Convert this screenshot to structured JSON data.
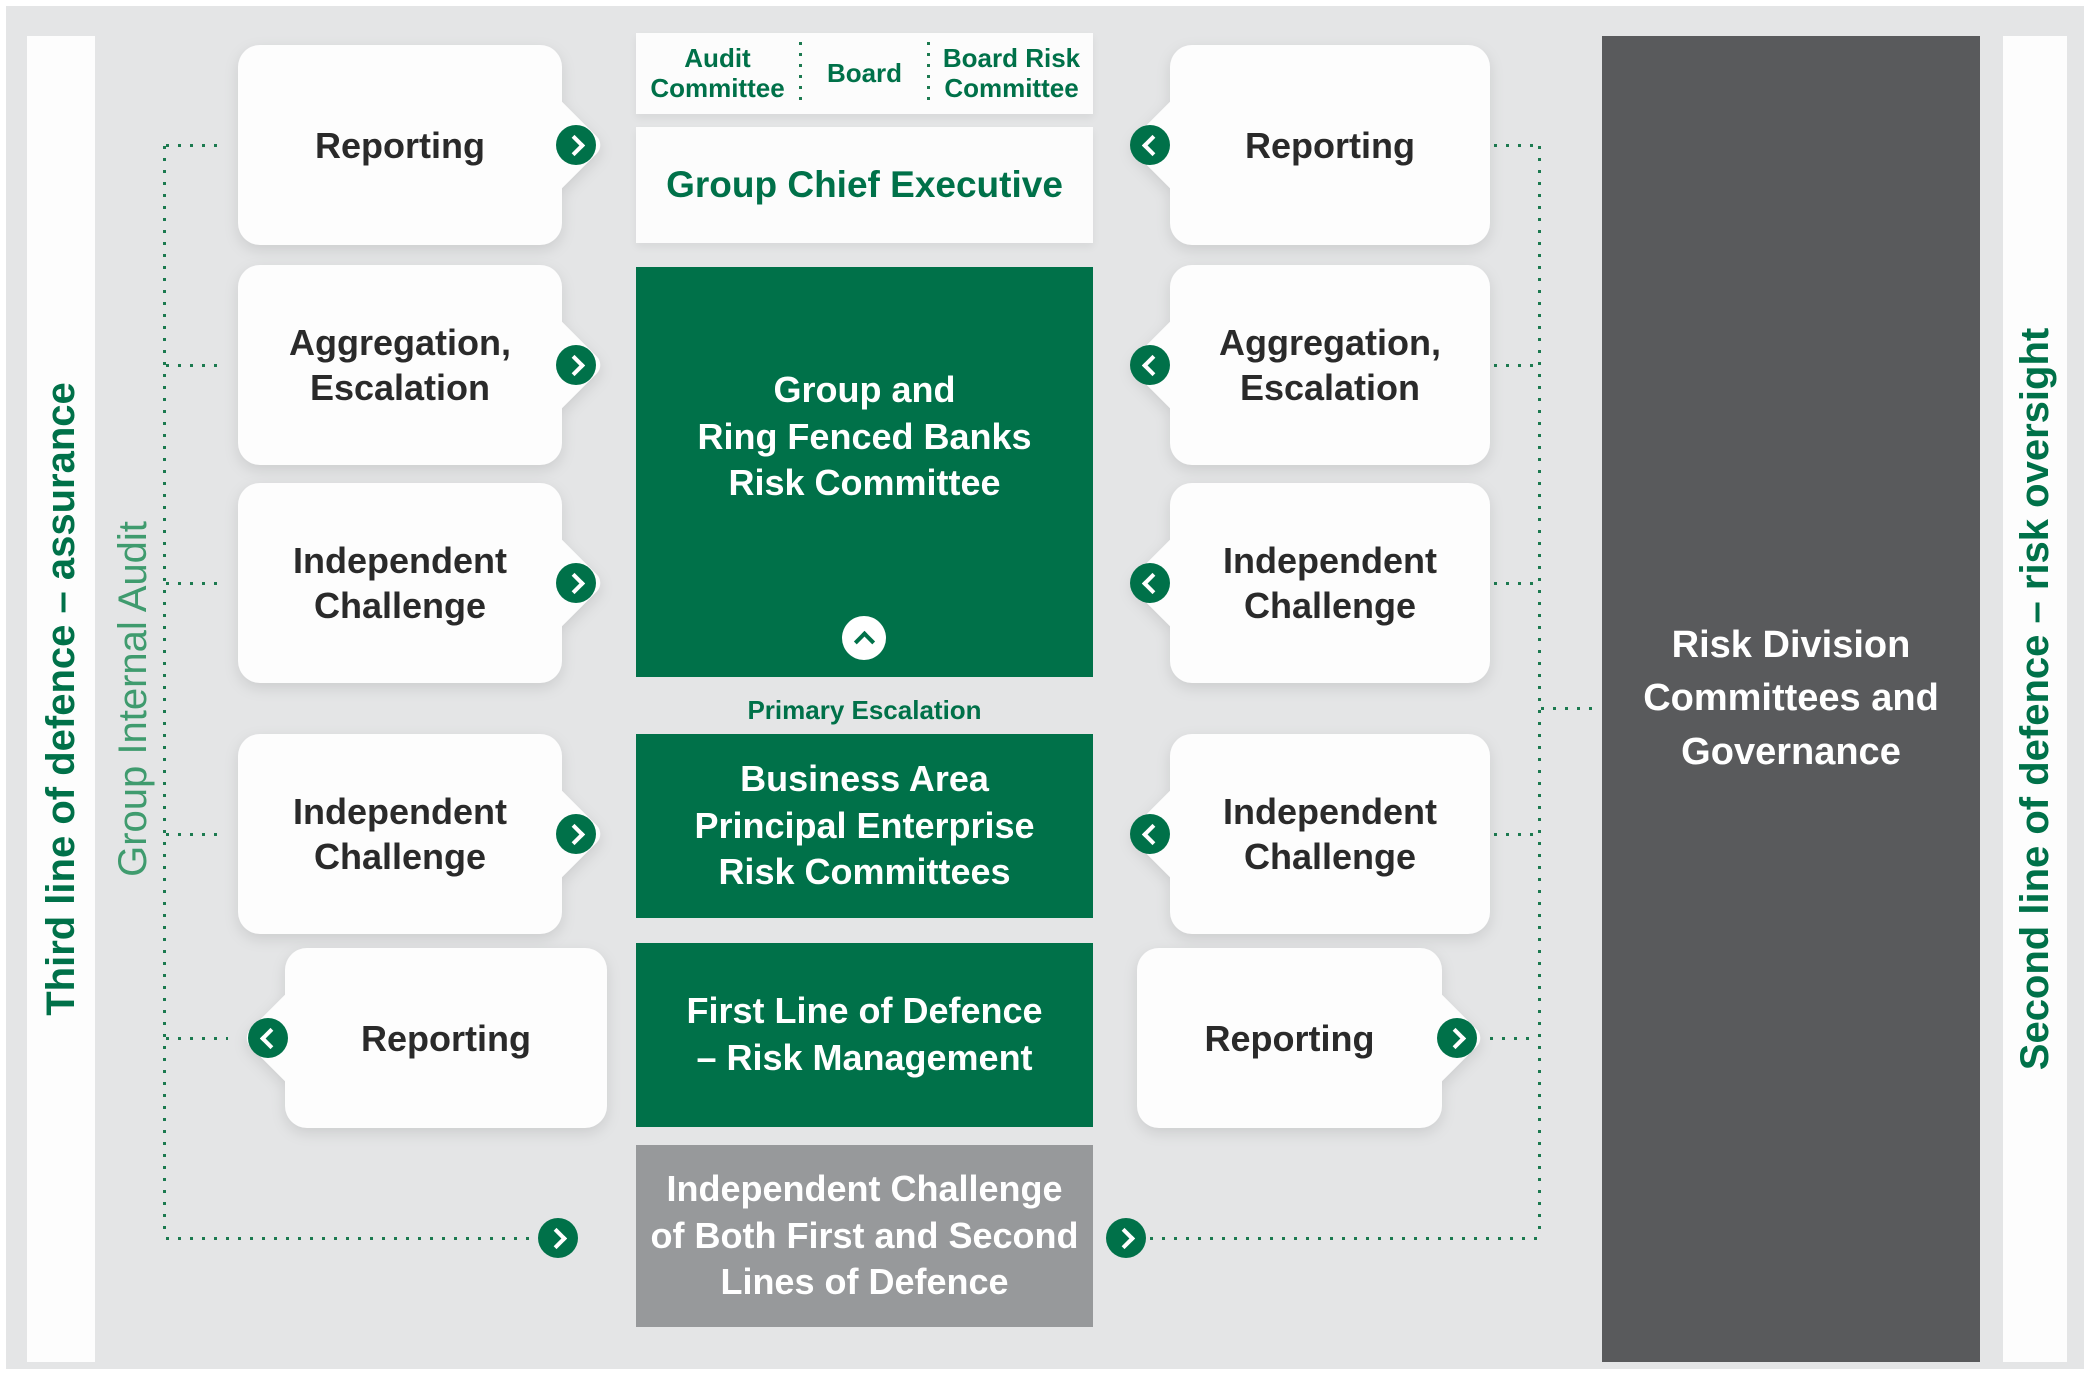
{
  "rails": {
    "third_line": "Third line of defence – assurance",
    "group_internal_audit": "Group Internal Audit",
    "second_line": "Second line of defence – risk oversight"
  },
  "top": {
    "audit_committee": "Audit\nCommittee",
    "board": "Board",
    "board_risk_committee": "Board Risk\nCommittee",
    "group_chief_executive": "Group Chief Executive"
  },
  "center": {
    "group_rfb_risk_committee": "Group and\nRing Fenced Banks\nRisk Committee",
    "primary_escalation": "Primary Escalation",
    "business_area_committees": "Business Area\nPrincipal Enterprise\nRisk Committees",
    "first_line_defence": "First Line of Defence\n– Risk Management",
    "independent_challenge_both": "Independent Challenge\nof Both  First and Second\nLines of Defence"
  },
  "right_panel": {
    "label": "Risk Division\nCommittees and\nGovernance"
  },
  "left_flow": {
    "items": [
      "Reporting",
      "Aggregation,\nEscalation",
      "Independent\nChallenge",
      "Independent\nChallenge",
      "Reporting"
    ]
  },
  "right_flow": {
    "items": [
      "Reporting",
      "Aggregation,\nEscalation",
      "Independent\nChallenge",
      "Independent\nChallenge",
      "Reporting"
    ]
  },
  "colors": {
    "green": "#007149",
    "light_green": "#3f9b6e",
    "dark_panel_gray": "#595a5c",
    "gray_box": "#97999b",
    "background": "#e4e5e6"
  }
}
